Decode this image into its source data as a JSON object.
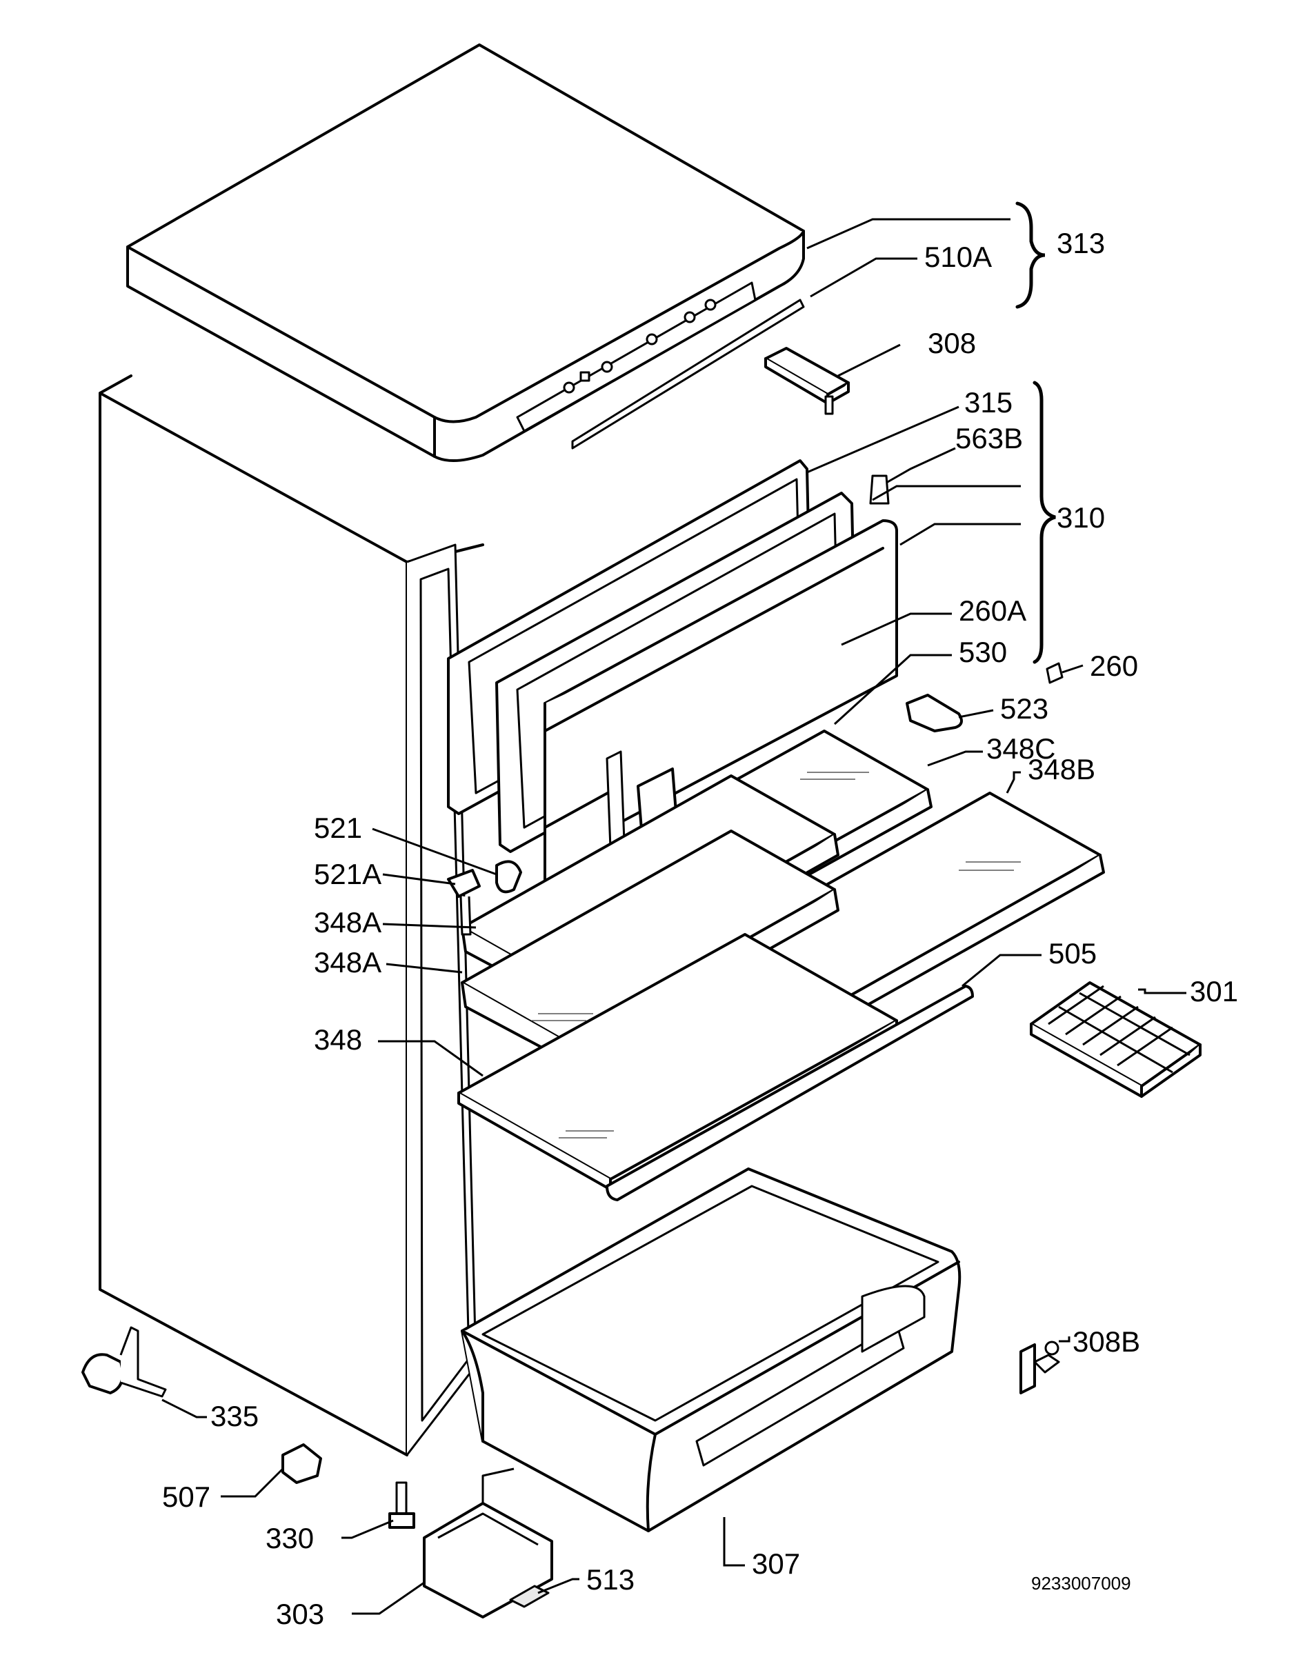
{
  "diagram": {
    "drawing_number": "9233007009",
    "labels": [
      {
        "id": "313",
        "text": "313"
      },
      {
        "id": "510a",
        "text": "510A"
      },
      {
        "id": "308",
        "text": "308"
      },
      {
        "id": "315",
        "text": "315"
      },
      {
        "id": "563b",
        "text": "563B"
      },
      {
        "id": "310",
        "text": "310"
      },
      {
        "id": "260a",
        "text": "260A"
      },
      {
        "id": "530",
        "text": "530"
      },
      {
        "id": "260",
        "text": "260"
      },
      {
        "id": "523",
        "text": "523"
      },
      {
        "id": "348c",
        "text": "348C"
      },
      {
        "id": "348b",
        "text": "348B"
      },
      {
        "id": "521",
        "text": "521"
      },
      {
        "id": "521a",
        "text": "521A"
      },
      {
        "id": "348a-1",
        "text": "348A"
      },
      {
        "id": "348a-2",
        "text": "348A"
      },
      {
        "id": "348",
        "text": "348"
      },
      {
        "id": "505",
        "text": "505"
      },
      {
        "id": "301",
        "text": "301"
      },
      {
        "id": "308b",
        "text": "308B"
      },
      {
        "id": "335",
        "text": "335"
      },
      {
        "id": "507",
        "text": "507"
      },
      {
        "id": "330",
        "text": "330"
      },
      {
        "id": "307",
        "text": "307"
      },
      {
        "id": "513",
        "text": "513"
      },
      {
        "id": "303",
        "text": "303"
      }
    ]
  }
}
